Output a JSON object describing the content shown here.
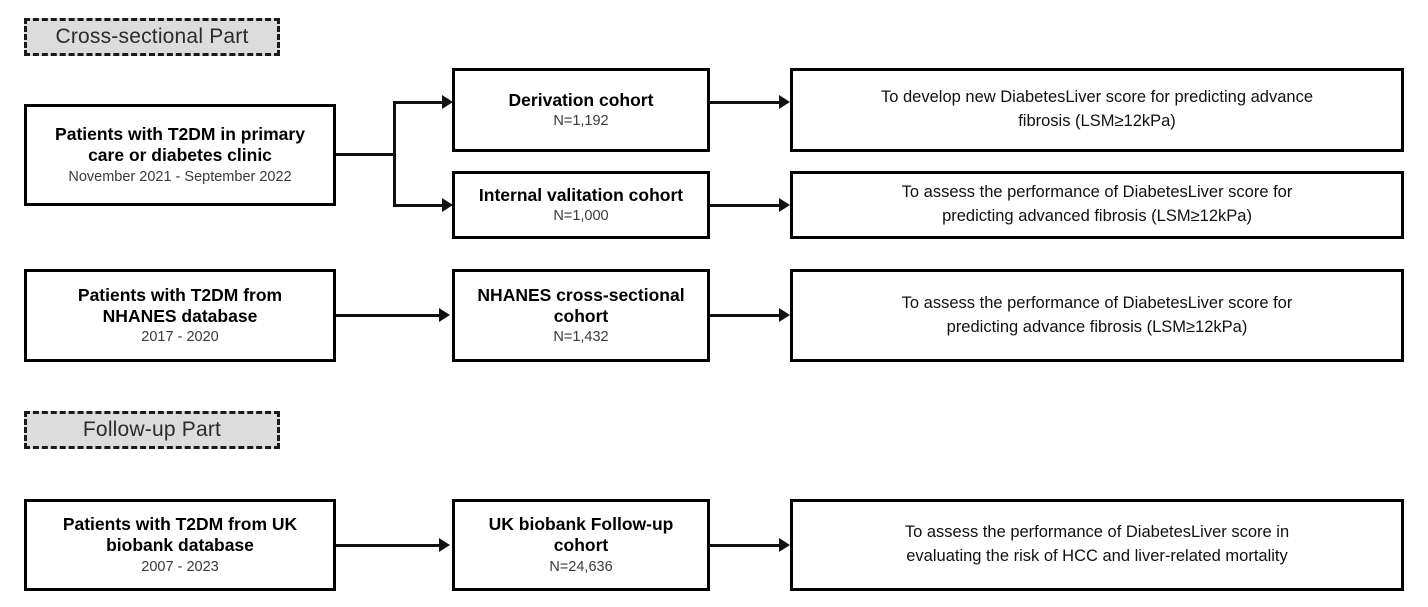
{
  "figure": {
    "type": "study-flow-diagram",
    "accent_color": "#000000",
    "header_fill": "#dcdcdc"
  },
  "sections": [
    {
      "id": "cross-sectional",
      "label": "Cross-sectional Part"
    },
    {
      "id": "follow-up",
      "label": "Follow-up Part"
    }
  ],
  "nodes": {
    "source_clinic": {
      "title_line1": "Patients with T2DM in primary",
      "title_line2": "care or diabetes clinic",
      "sub": "November 2021 - September 2022"
    },
    "derivation": {
      "title_line1": "Derivation cohort",
      "sub": "N=1,192"
    },
    "internal_validation": {
      "title_line1": "Internal valitation cohort",
      "sub": "N=1,000"
    },
    "outcome_derivation": {
      "line1": "To develop new DiabetesLiver score for predicting advance",
      "line2": "fibrosis (LSM≥12kPa)"
    },
    "outcome_internal": {
      "line1": "To assess the performance of DiabetesLiver score for",
      "line2": "predicting advanced fibrosis (LSM≥12kPa)"
    },
    "source_nhanes": {
      "title_line1": "Patients with T2DM  from",
      "title_line2": "NHANES database",
      "sub": "2017 - 2020"
    },
    "nhanes_cohort": {
      "title_line1": "NHANES cross-sectional",
      "title_line2": "cohort",
      "sub": "N=1,432"
    },
    "outcome_nhanes": {
      "line1": "To assess the performance of DiabetesLiver score for",
      "line2": "predicting advance fibrosis (LSM≥12kPa)"
    },
    "source_ukbb": {
      "title_line1": "Patients with T2DM  from UK",
      "title_line2": "biobank database",
      "sub": "2007 - 2023"
    },
    "ukbb_cohort": {
      "title_line1": "UK biobank Follow-up",
      "title_line2": "cohort",
      "sub": "N=24,636"
    },
    "outcome_ukbb": {
      "line1": "To assess the performance of DiabetesLiver score in",
      "line2": "evaluating the risk of HCC and liver-related mortality"
    }
  }
}
